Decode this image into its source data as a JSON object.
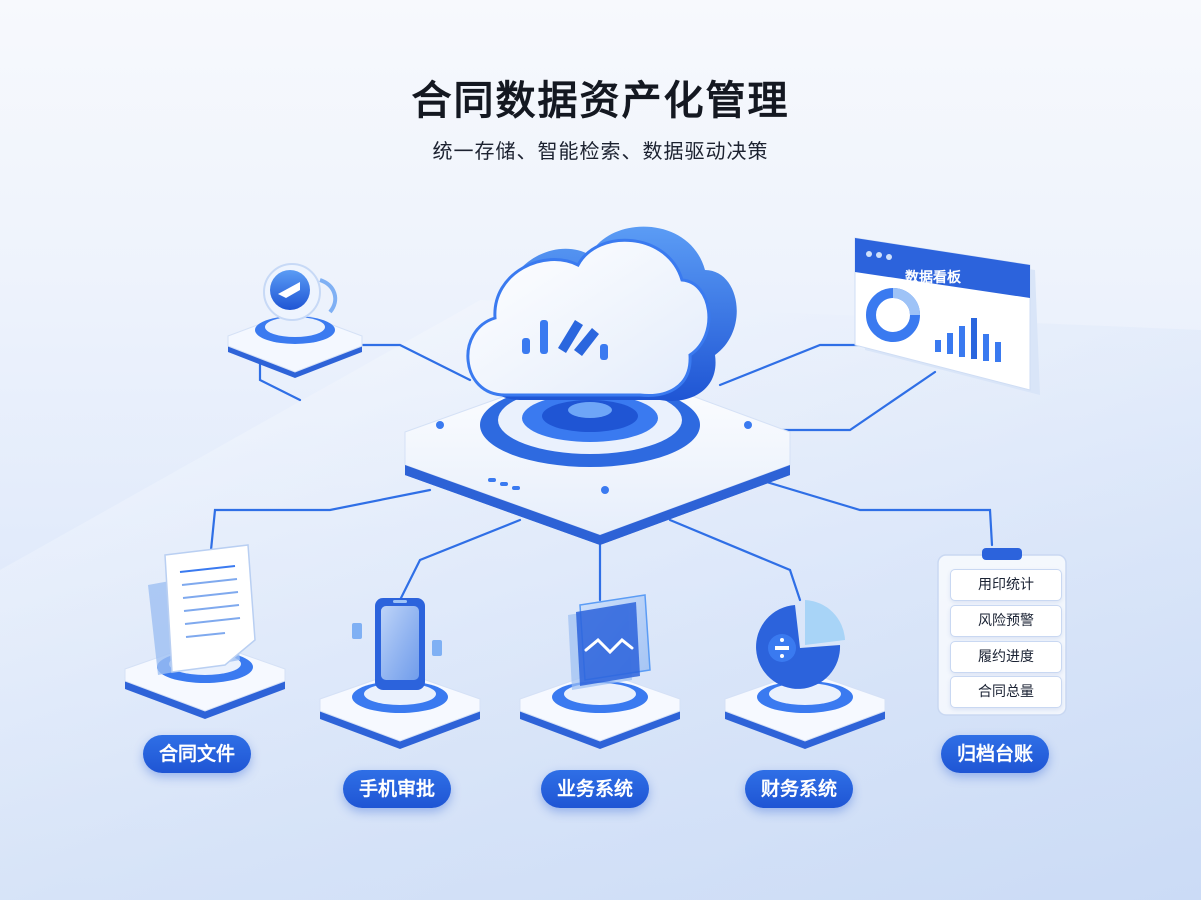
{
  "header": {
    "title": "合同数据资产化管理",
    "subtitle": "统一存储、智能检索、数据驱动决策"
  },
  "dashboard": {
    "title": "数据看板"
  },
  "ledger": {
    "items": [
      "用印统计",
      "风险预警",
      "履约进度",
      "合同总量"
    ]
  },
  "nodes": {
    "contract_files": "合同文件",
    "mobile_approval": "手机审批",
    "business_system": "业务系统",
    "finance_system": "财务系统",
    "archive_ledger": "归档台账"
  },
  "colors": {
    "accent": "#2563eb",
    "accent_light": "#5b9cf5",
    "background": "#eef3fc"
  }
}
